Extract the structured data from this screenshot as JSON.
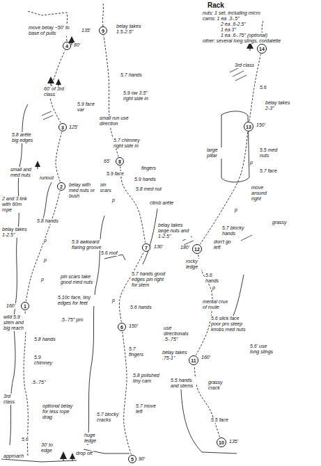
{
  "diagram": {
    "title": "Rack",
    "nodes": [
      {
        "text": [
          "1"
        ]
      },
      {
        "text": [
          "2"
        ]
      },
      {
        "text": [
          "3"
        ]
      },
      {
        "text": [
          "4"
        ]
      },
      {
        "text": [
          "5"
        ]
      },
      {
        "text": [
          "6"
        ]
      },
      {
        "text": [
          "7"
        ]
      },
      {
        "text": [
          "8"
        ]
      },
      {
        "text": [
          "9"
        ]
      },
      {
        "text": [
          "10"
        ]
      },
      {
        "text": [
          "11"
        ]
      },
      {
        "text": [
          "12"
        ]
      },
      {
        "text": [
          "13"
        ]
      },
      {
        "text": [
          "14"
        ]
      }
    ],
    "edges": [
      {
        "from": 0,
        "to": 1,
        "arrow": "none"
      },
      {
        "from": 1,
        "to": 2,
        "arrow": "none"
      },
      {
        "from": 2,
        "to": 3,
        "arrow": "none"
      },
      {
        "from": 4,
        "to": 5,
        "arrow": "none"
      },
      {
        "from": 5,
        "to": 6,
        "arrow": "none"
      },
      {
        "from": 6,
        "to": 7,
        "arrow": "none"
      },
      {
        "from": 7,
        "to": 8,
        "arrow": "none"
      },
      {
        "from": 9,
        "to": 10,
        "arrow": "none"
      },
      {
        "from": 10,
        "to": 11,
        "arrow": "none"
      },
      {
        "from": 11,
        "to": 12,
        "arrow": "none"
      },
      {
        "from": 12,
        "to": 13,
        "arrow": "none"
      }
    ],
    "labels": [
      "nuts: 1 set, including micro",
      "cams: 1 ea .3-.5\"",
      "2 ea .6-2.5\"",
      "1 ea 3\"",
      "1 ea .6-.75\" (optional)",
      "other: several long slings, cordalette",
      "3rd class",
      "5.6",
      "belay takes 2-3\"",
      "150'",
      "large pillar",
      "5.5 med nuts",
      "5.7 face",
      "move around right",
      "grassy",
      "5.7 blocky hands",
      "don't go left",
      "180'",
      "rocky ledge",
      "5.6 hands",
      "mental crux of route",
      "5.6 slick face poor pro steep knobs med nuts",
      "5.6' use long slings",
      "use directionals .5-.75\"",
      "belay takes .75-1\"",
      "160'",
      "5.5 hands and stems",
      "grassy crack",
      "5.5 face",
      "135'",
      "135'",
      "belay takes 1.5-2.5\"",
      "5.7 hands",
      "5.9 ow 3.5\" right side in",
      "5.9 face var",
      "small run use direction",
      "5.7 chimney right side in",
      "65'",
      "5.9 face",
      "pin scars",
      "fingers",
      "5.9 hands",
      "5.8 med nut",
      "climb arête",
      "belay takes large nuts and 1-2.5\"",
      "130'",
      "5.6 roof",
      "5.7 hands good edges pin right for stem",
      "5.6 hands",
      "150'",
      "5.7 fingers",
      "5.8 polished tiny cam",
      "5.7 move left",
      "5.7 blocky cracks",
      "huge ledge",
      "drop off",
      "90'",
      "move belay ~50' to base of pulls",
      "80'",
      "60' of 3rd class",
      "125'",
      "5.8 arête big edges",
      "small and med nuts",
      "runout",
      "belay with med nuts or bush",
      "2 and 3 link with 60m rope",
      "5.8 hands",
      "belay takes 1-2.5\"",
      "5.9 awkward flaring groove",
      "pin scars take good med nuts",
      "5.10c face, tiny edges for feet",
      ".5-.75\" pro",
      "160'",
      "wild 5.9 stem and big reach",
      "5.8 hands",
      "5.9 chimney",
      ".5-.75\"",
      "3rd class",
      "optional belay for less rope drag",
      "5.6",
      "30' to edge",
      "approach",
      "p",
      "p",
      "p",
      "p",
      "p",
      "p",
      "p",
      "p"
    ]
  }
}
